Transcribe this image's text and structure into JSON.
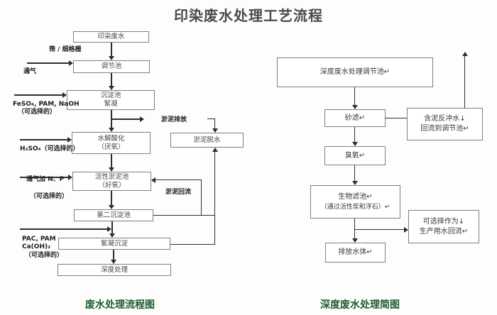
{
  "page_title": "印染废水处理工艺流程",
  "colors": {
    "caption_green": "#1e5b2f",
    "box_border": "#7f7f7f",
    "line": "#2e2e2e",
    "title_gray": "#4a4a4a"
  },
  "left_chart": {
    "caption": "废水处理流程图",
    "boxes": {
      "influent": "印染废水",
      "regulating": "调节池",
      "sedimentation": {
        "l1": "沉淀池",
        "l2": "絮凝"
      },
      "hydrolysis": {
        "l1": "水解酸化",
        "l2": "（厌氧）"
      },
      "activated_sludge": {
        "l1": "活性淤泥池",
        "l2": "（好氧）"
      },
      "secondary_sedimentation": "第二沉淀池",
      "flocculation": "絮凝沉淀",
      "advanced_treatment": "深度处理",
      "sludge_dewatering": "淤泥脱水"
    },
    "labels": {
      "screen": "筛 / 细格栅",
      "aeration": "通气",
      "feso4": "FeSO₄, PAM, NaOH",
      "feso4_optional": "（可选择的）",
      "h2so4": "H₂SO₄（可选择的）",
      "aeration_np": "通气加 N、P",
      "np_optional": "（可选择的）",
      "pac": "PAC, PAM",
      "caoh2": "Ca(OH)₂",
      "pac_optional": "（可选择的）",
      "sludge_discharge": "淤泥排放",
      "sludge_return": "淤泥回流"
    }
  },
  "right_chart": {
    "caption": "深度废水处理简图",
    "boxes": {
      "regulating": "深度废水处理调节池↵",
      "sand_filter": "砂滤↵",
      "backwash": {
        "l1": "含泥反冲水↓",
        "l2": "回流到调节池↵"
      },
      "ozone": "臭氧↵",
      "biofilter": {
        "l1": "生物滤池↵",
        "l2": "（通过活性炭和浮石）↵"
      },
      "reuse": {
        "l1": "可选择作为↓",
        "l2": "生产用水回流↵"
      },
      "discharge": "排放水体↵"
    }
  }
}
